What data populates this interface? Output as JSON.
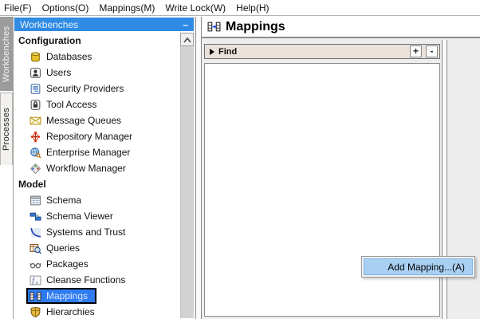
{
  "menu_bar": {
    "items": [
      "File(F)",
      "Options(O)",
      "Mappings(M)",
      "Write Lock(W)",
      "Help(H)"
    ]
  },
  "vertical_tabs": {
    "active": "Workbenches",
    "inactive": "Processes"
  },
  "sidebar": {
    "title": "Workbenches",
    "minimize_label": "–",
    "sections": [
      {
        "label": "Configuration",
        "items": [
          {
            "label": "Databases",
            "icon": "databases-icon"
          },
          {
            "label": "Users",
            "icon": "users-icon"
          },
          {
            "label": "Security Providers",
            "icon": "security-providers-icon"
          },
          {
            "label": "Tool Access",
            "icon": "tool-access-icon"
          },
          {
            "label": "Message Queues",
            "icon": "message-queues-icon"
          },
          {
            "label": "Repository Manager",
            "icon": "repository-manager-icon"
          },
          {
            "label": "Enterprise Manager",
            "icon": "enterprise-manager-icon"
          },
          {
            "label": "Workflow Manager",
            "icon": "workflow-manager-icon"
          }
        ]
      },
      {
        "label": "Model",
        "items": [
          {
            "label": "Schema",
            "icon": "schema-icon"
          },
          {
            "label": "Schema Viewer",
            "icon": "schema-viewer-icon"
          },
          {
            "label": "Systems and Trust",
            "icon": "systems-and-trust-icon"
          },
          {
            "label": "Queries",
            "icon": "queries-icon"
          },
          {
            "label": "Packages",
            "icon": "packages-icon"
          },
          {
            "label": "Cleanse Functions",
            "icon": "cleanse-functions-icon"
          },
          {
            "label": "Mappings",
            "icon": "mappings-icon",
            "selected": true
          },
          {
            "label": "Hierarchies",
            "icon": "hierarchies-icon"
          }
        ]
      }
    ]
  },
  "main": {
    "title": "Mappings",
    "title_icon": "mappings-icon",
    "find_bar": {
      "label": "Find",
      "plus_label": "+",
      "minus_label": "-"
    }
  },
  "context_menu": {
    "items": [
      {
        "label": "Add Mapping...(A)",
        "highlighted": true
      }
    ]
  },
  "colors": {
    "sidebar_header_blue": "#2f8be4",
    "selection_blue": "#2e7cf0",
    "menu_highlight_blue": "#a9d0f3",
    "find_bar_beige": "#e9e1da",
    "content_gray": "#ededed"
  }
}
